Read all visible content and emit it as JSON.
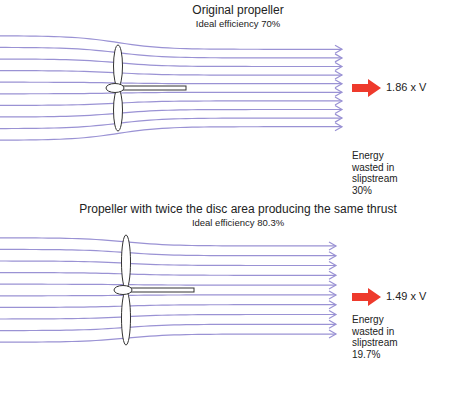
{
  "diagram": {
    "labels": [
      "Original propeller",
      "Ideal efficiency 70%",
      "1.86 x V",
      "Energy wasted in slipstream 30%",
      "Propeller with twice the disc area producing the same thrust",
      "Ideal efficiency 80.3%",
      "1.49 x V",
      "Energy wasted in slipstream 19.7%"
    ]
  }
}
